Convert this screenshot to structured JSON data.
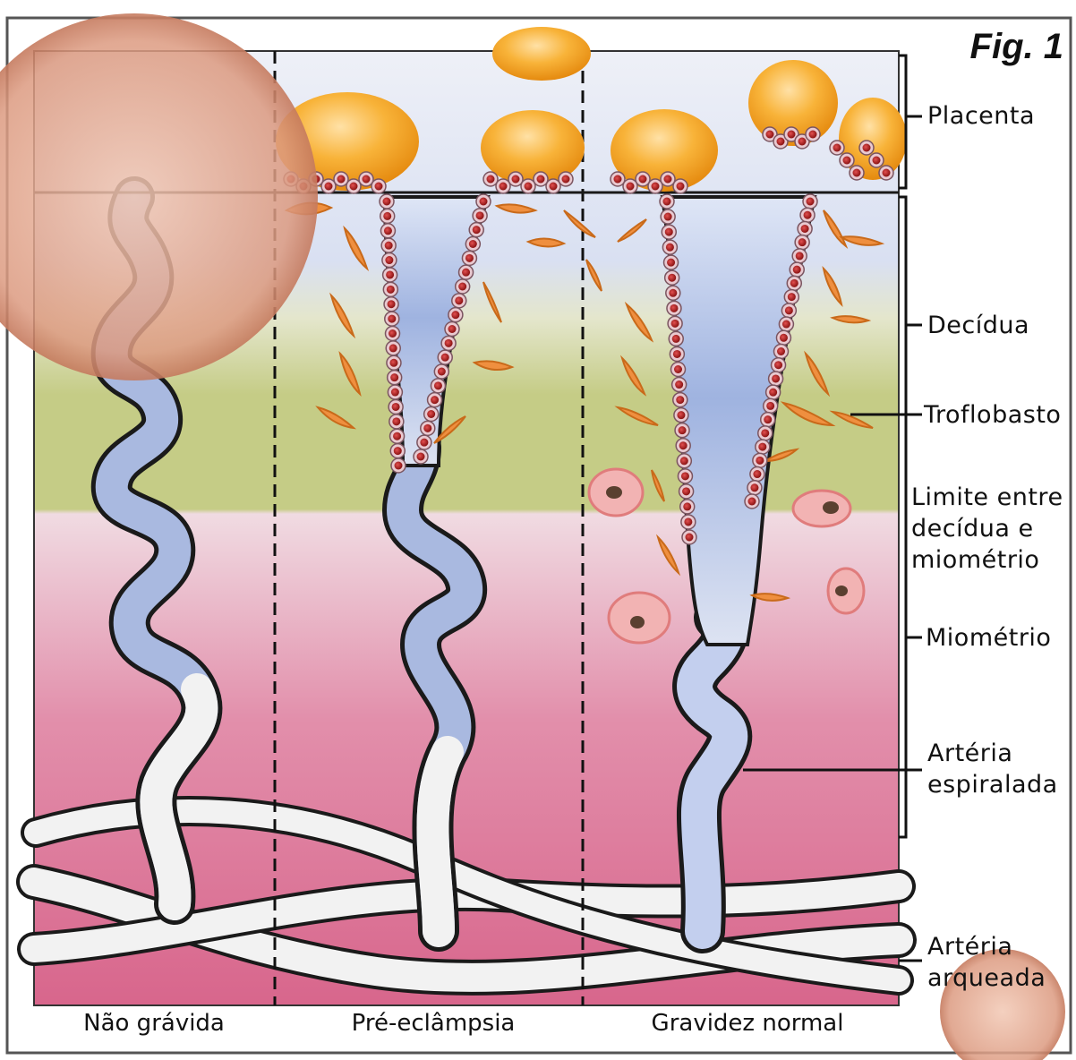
{
  "figure": {
    "title": "Fig. 1",
    "columns": [
      "Não grávida",
      "Pré-eclâmpsia",
      "Gravidez normal"
    ],
    "labels": {
      "placenta": "Placenta",
      "decidua": "Decídua",
      "trofoblasto": "Troflobasto",
      "limite_line1": "Limite entre",
      "limite_line2": "decídua e",
      "limite_line3": "miométrio",
      "miometrio": "Miométrio",
      "arteria_espiralada_line1": "Artéria",
      "arteria_espiralada_line2": "espiralada",
      "arteria_arqueada_line1": "Artéria",
      "arteria_arqueada_line2": "arqueada"
    },
    "colors": {
      "placenta_zone": "#dde3f2",
      "decidua_zone": "#c9cf8c",
      "myometrium_zone": "#d66a8c",
      "artery_remodeled": "#a9b9e0",
      "artery_narrow": "#f2f2f2",
      "placenta_cell": "#f4a316",
      "trophoblast_cell": "#e8893c",
      "erythrocyte": "#9e1c1c"
    }
  }
}
